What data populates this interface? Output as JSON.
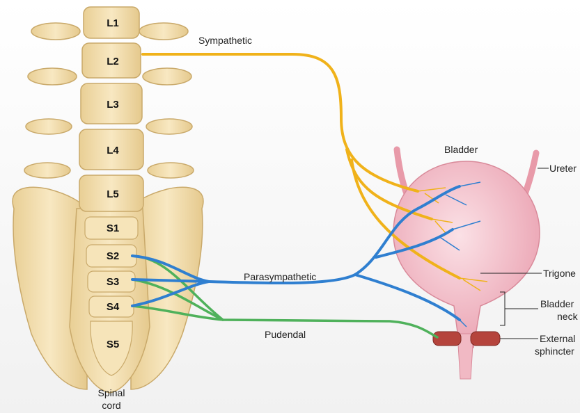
{
  "vertebrae": {
    "l1": "L1",
    "l2": "L2",
    "l3": "L3",
    "l4": "L4",
    "l5": "L5",
    "s1": "S1",
    "s2": "S2",
    "s3": "S3",
    "s4": "S4",
    "s5": "S5"
  },
  "labels": {
    "sympathetic": "Sympathetic",
    "parasympathetic": "Parasympathetic",
    "pudendal": "Pudendal",
    "bladder": "Bladder",
    "ureter": "Ureter",
    "trigone": "Trigone",
    "bladder_neck_1": "Bladder",
    "bladder_neck_2": "neck",
    "external_sphincter_1": "External",
    "external_sphincter_2": "sphincter",
    "spinal_cord_1": "Spinal",
    "spinal_cord_2": "cord"
  },
  "colors": {
    "bone": "#f3dfb0",
    "bone_edge": "#c9a96a",
    "sympathetic": "#f0b21a",
    "parasympathetic": "#2f7fd0",
    "pudendal": "#4fb15b",
    "bladder": "#f7c6cf",
    "sphincter": "#b5443c"
  }
}
